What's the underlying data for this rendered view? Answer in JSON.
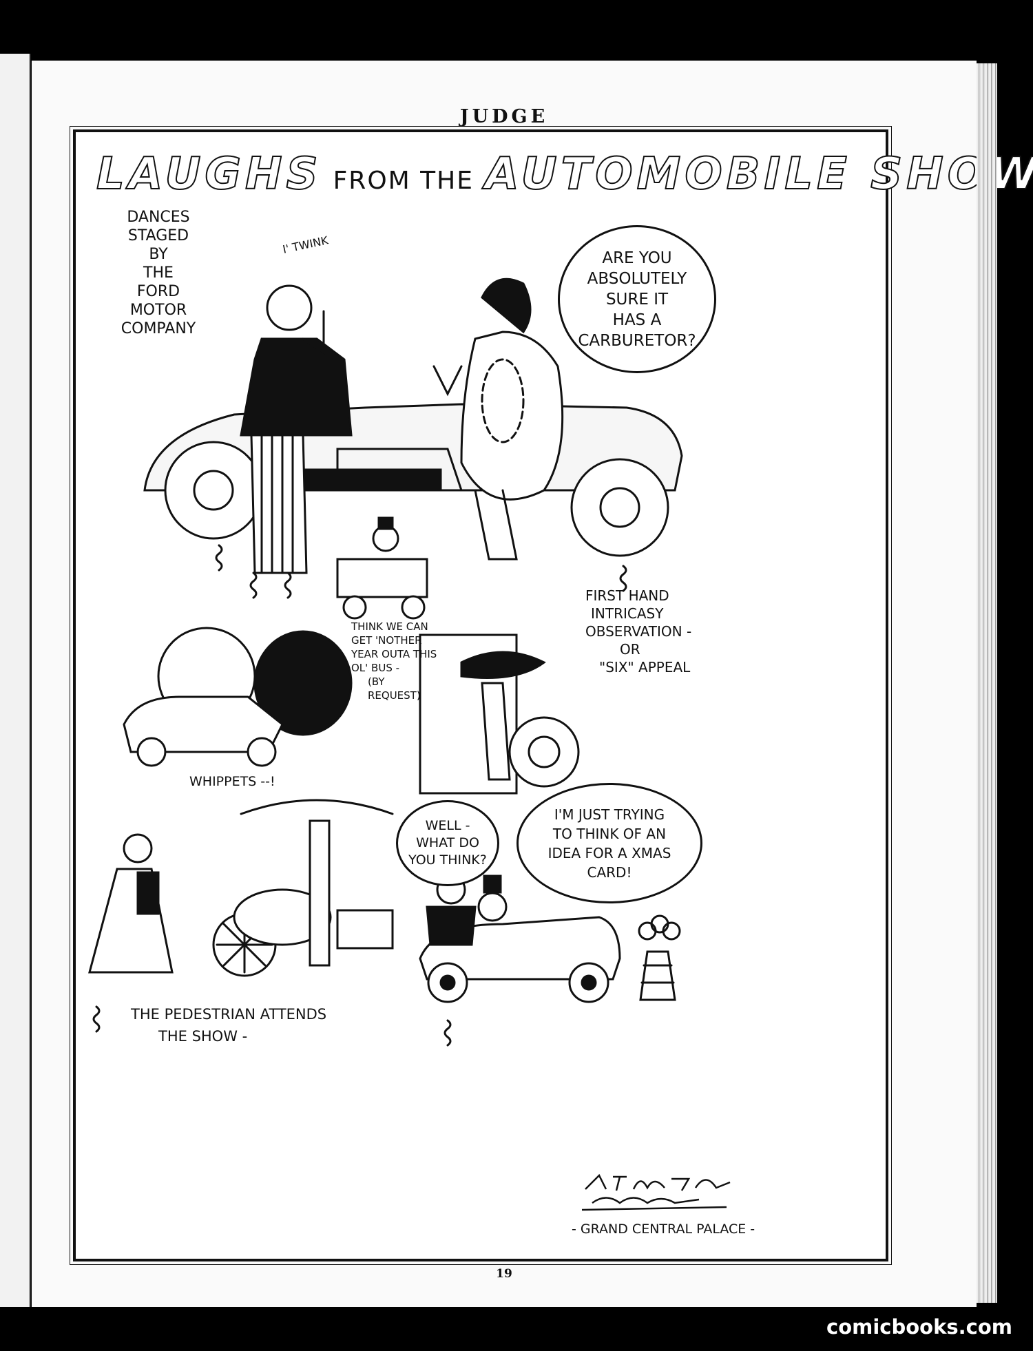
{
  "magazine": {
    "title": "JUDGE",
    "page_number": "19"
  },
  "comic": {
    "title_word1": "LAUGHS",
    "title_word2": "FROM THE",
    "title_word3": "AUTOMOBILE SHOW-"
  },
  "panel_ford": {
    "caption_lines": [
      "DANCES",
      "STAGED BY",
      "THE",
      "FORD",
      "MOTOR",
      "COMPANY"
    ],
    "sound_effect": "I' TWINK",
    "bubble": "ARE YOU\nABSOLUTELY\nSURE IT\nHAS A\nCARBURETOR?"
  },
  "panel_oldbus": {
    "caption_lines": [
      "THINK WE CAN",
      "GET 'NOTHER",
      "YEAR OUTA THIS",
      "OL' BUS -",
      "(BY",
      "REQUEST)"
    ]
  },
  "panel_six": {
    "caption_lines": [
      "FIRST HAND",
      "INTRICASY",
      "OBSERVATION -",
      "OR",
      "\"SIX\" APPEAL"
    ]
  },
  "panel_whippets": {
    "caption": "WHIPPETS --!"
  },
  "panel_pedestrian": {
    "caption_lines": [
      "THE PEDESTRIAN ATTENDS",
      "THE SHOW -"
    ]
  },
  "panel_xmas": {
    "bubble_left": "WELL -\nWHAT DO\nYOU THINK?",
    "bubble_right": "I'M JUST TRYING\nTO THINK OF AN\nIDEA FOR A XMAS\nCARD!"
  },
  "footer": {
    "location": "- GRAND CENTRAL PALACE -",
    "signature_art": "PETERSON McCRACKEN"
  },
  "watermark": "comicbooks.com"
}
